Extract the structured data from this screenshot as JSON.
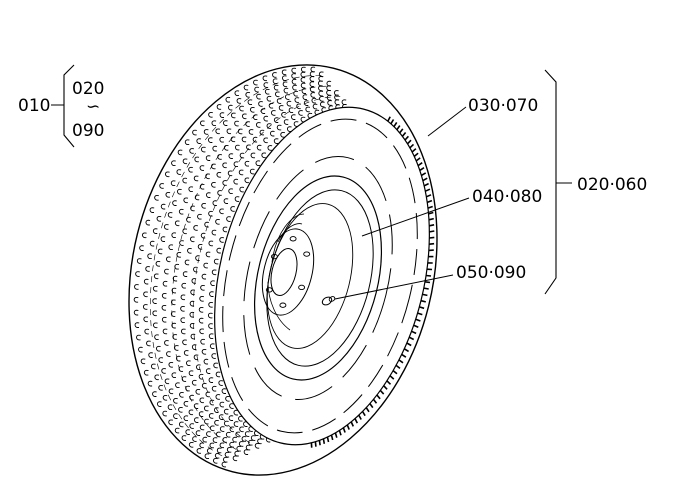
{
  "callouts": {
    "assembly": "010",
    "range_start": "020",
    "range_sep": "∽",
    "range_end": "090",
    "tire": "030·070",
    "rim": "040·080",
    "valve": "050·090",
    "group": "020·060"
  },
  "colors": {
    "ink": "#000000",
    "paper": "#ffffff"
  }
}
